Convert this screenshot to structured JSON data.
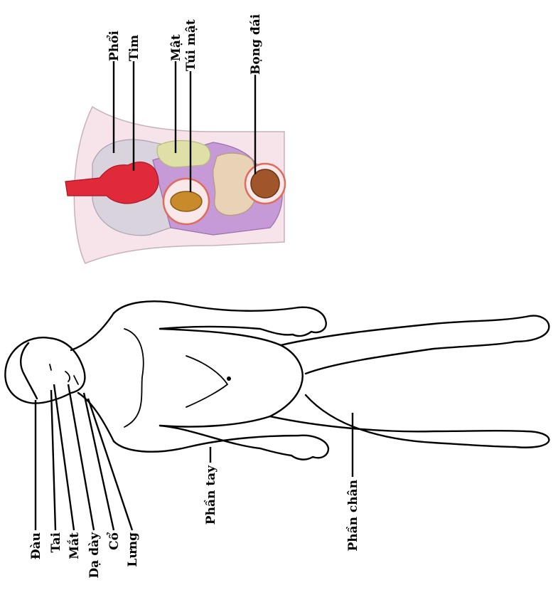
{
  "body_labels": {
    "head": "Đàu",
    "ear": "Tai",
    "eye": "Mắt",
    "stomach": "Dạ dày",
    "neck": "Cổ",
    "back": "Lưng",
    "arm": "Phần tay",
    "leg": "Phần chân"
  },
  "organ_labels": {
    "lungs": "Phổi",
    "heart": "Tim",
    "liver": "Mật",
    "gallbladder": "Túi mật",
    "bladder": "Bọng đái"
  },
  "colors": {
    "torso_fill": "#f6e4ea",
    "lungs": "#d8d3dc",
    "heart": "#e02a3a",
    "liver": "#dfe0a8",
    "organ_purple": "#c59ad6",
    "intestines": "#e8d3b6",
    "bladder": "#a0552a",
    "highlight_ring": "#e26a5a"
  }
}
